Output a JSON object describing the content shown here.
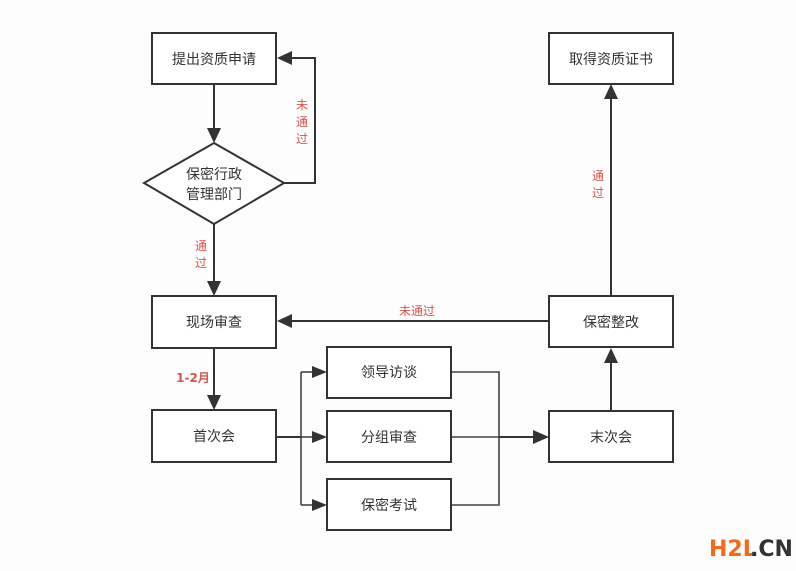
{
  "nodes": {
    "apply": "提出资质申请",
    "dept_line1": "保密行政",
    "dept_line2": "管理部门",
    "onsite": "现场审查",
    "first_meeting": "首次会",
    "interview": "领导访谈",
    "group_review": "分组审查",
    "exam": "保密考试",
    "last_meeting": "末次会",
    "rectify": "保密整改",
    "certificate": "取得资质证书"
  },
  "edge_labels": {
    "fail_vertical": [
      "未",
      "通",
      "过"
    ],
    "pass_dept": [
      "通",
      "过"
    ],
    "duration": "1-2月",
    "fail_horizontal": "未通过",
    "pass_rectify": [
      "通",
      "过"
    ]
  },
  "watermark": {
    "part1": "H2L",
    "part2": ".CN",
    "color1": "#f26b1d",
    "color2": "#333333"
  },
  "colors": {
    "label": "#d9534f",
    "stroke": "#333333"
  }
}
